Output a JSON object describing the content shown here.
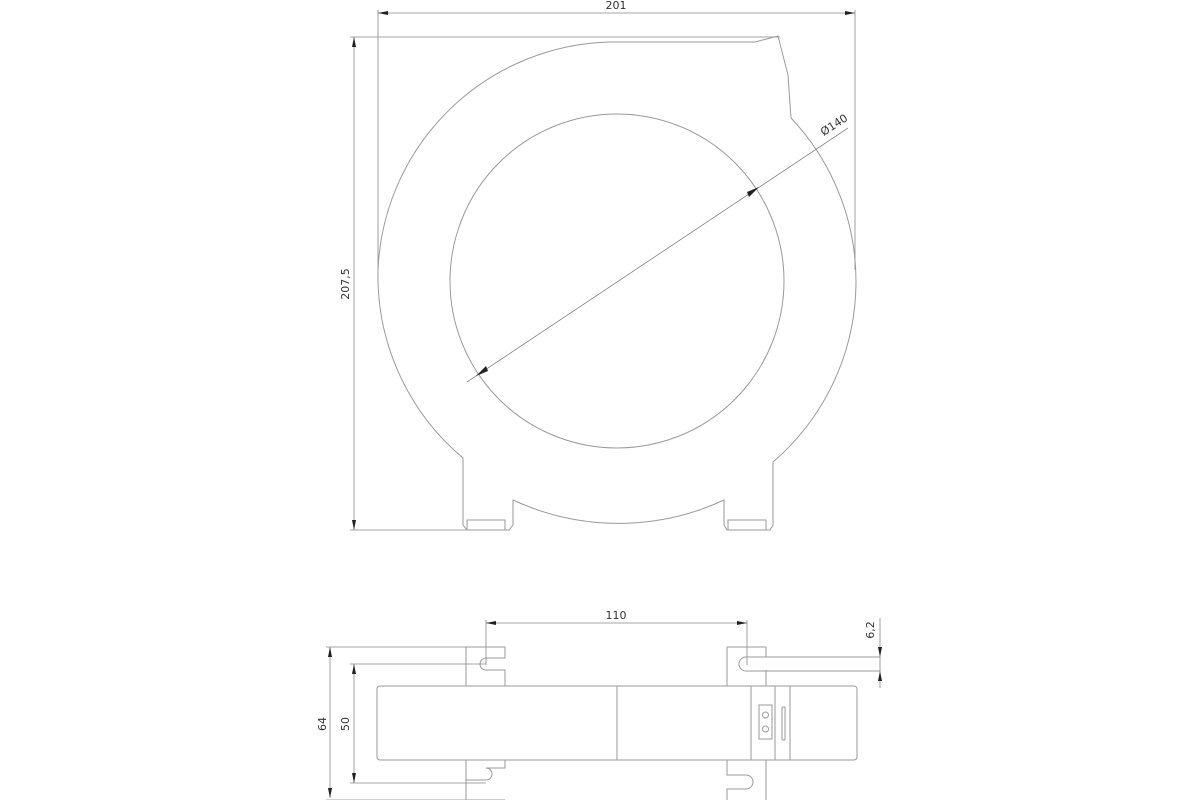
{
  "drawing": {
    "line_color": "#9a9a9a",
    "background": "#ffffff",
    "top_view": {
      "dimensions": {
        "overall_width": "201",
        "overall_height": "207,5",
        "inner_diameter": "Ø140"
      }
    },
    "side_view": {
      "dimensions": {
        "mount_hole_spacing": "110",
        "slot_width": "6,2",
        "overall_depth": "64",
        "slot_depth": "50"
      },
      "terminal_block": {
        "terminals": 2
      }
    }
  }
}
